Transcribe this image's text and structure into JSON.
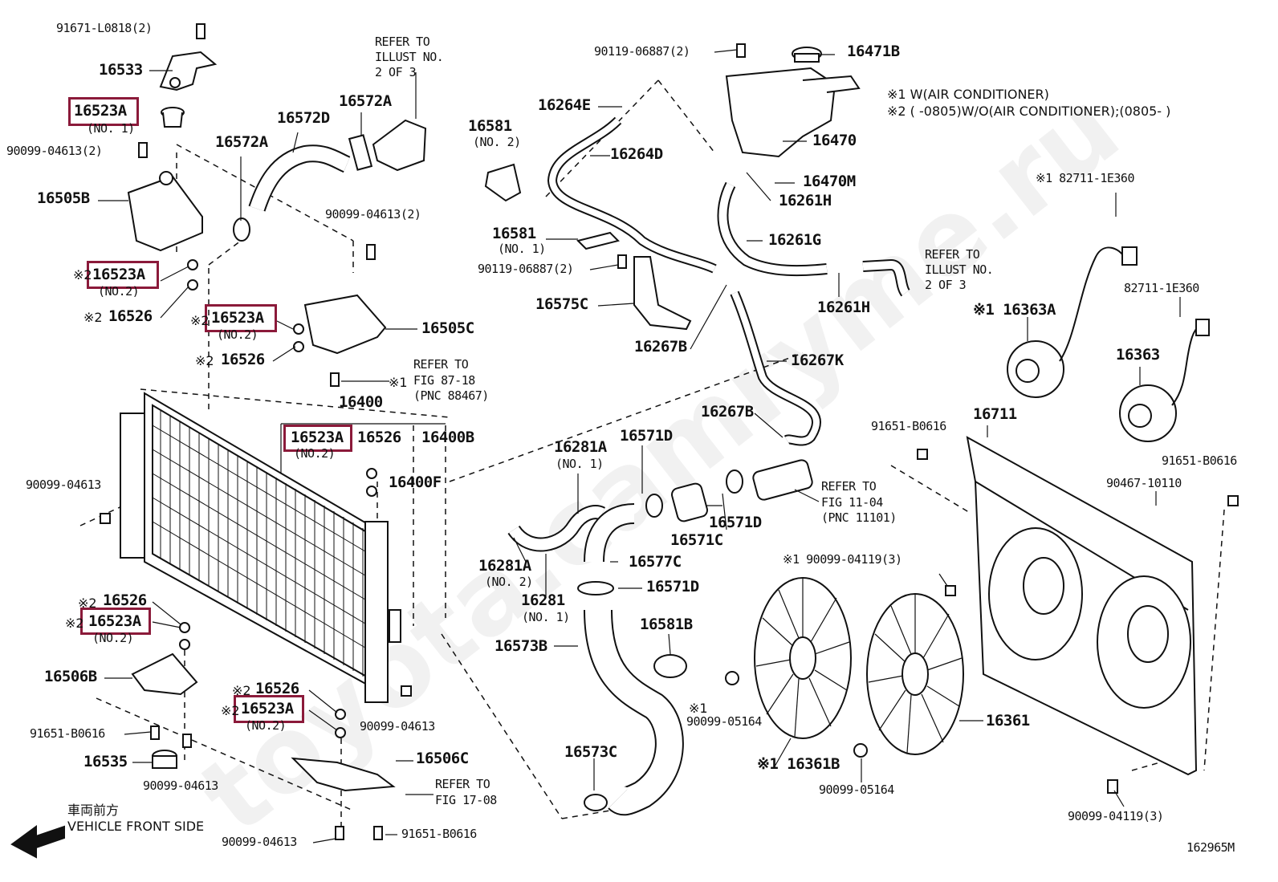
{
  "watermark": "toyota.camryme.ru",
  "notes": {
    "n1": "※1 W(AIR CONDITIONER)",
    "n2": "※2 (      -0805)W/O(AIR CONDITIONER);(0805-      )"
  },
  "figure_code": "162965M",
  "front": {
    "jp": "車両前方",
    "en": "VEHICLE FRONT SIDE"
  },
  "labels": {
    "p91671": "91671-L0818(2)",
    "p16533": "16533",
    "p16523a_1": "16523A",
    "p16523a_1_sub": "(NO. 1)",
    "p90099_04613_2a": "90099-04613(2)",
    "p16505b": "16505B",
    "p16523a_2": "16523A",
    "p16523a_2_sub": "(NO.2)",
    "p16526_a": "16526",
    "p16572a_l": "16572A",
    "p16572d": "16572D",
    "p16572a_r": "16572A",
    "refer_illust_1": "REFER TO\nILLUST NO.\n2 OF 3",
    "p90099_04613_2b": "90099-04613(2)",
    "p16523a_3": "16523A",
    "p16523a_3_sub": "(NO.2)",
    "p16526_b": "16526",
    "p16505c": "16505C",
    "refer_fig87": "REFER TO\nFIG 87-18\n(PNC 88467)",
    "p16400": "16400",
    "p16523a_4": "16523A",
    "p16523a_4_sub": "(NO.2)",
    "p16526_c": "16526",
    "p16400b": "16400B",
    "p16400f": "16400F",
    "p90099_04613_a": "90099-04613",
    "p16526_d": "16526",
    "p16523a_5": "16523A",
    "p16523a_5_sub": "(NO.2)",
    "p16506b": "16506B",
    "p91651_b0616_a": "91651-B0616",
    "p16535": "16535",
    "p90099_04613_b": "90099-04613",
    "p16526_e": "16526",
    "p16523a_6": "16523A",
    "p16523a_6_sub": "(NO.2)",
    "p90099_04613_c": "90099-04613",
    "p16506c": "16506C",
    "refer_fig17": "REFER TO\nFIG 17-08",
    "p90099_04613_d": "90099-04613",
    "p91651_b0616_b": "91651-B0616",
    "p90119_06887_2a": "90119-06887(2)",
    "p16471b": "16471B",
    "p16264e": "16264E",
    "p16264d": "16264D",
    "p16581_1": "16581",
    "p16581_1_sub": "(NO. 2)",
    "p16470": "16470",
    "p16470m": "16470M",
    "p16261h_a": "16261H",
    "p16261g": "16261G",
    "p16581_2": "16581",
    "p16581_2_sub": "(NO. 1)",
    "p90119_06887_2b": "90119-06887(2)",
    "p16575c": "16575C",
    "p16261h_b": "16261H",
    "refer_illust_2": "REFER TO\nILLUST NO.\n2 OF 3",
    "p16267b_a": "16267B",
    "p16267k": "16267K",
    "p16267b_b": "16267B",
    "p82711_1e360_a": "※1 82711-1E360",
    "p82711_1e360_b": "82711-1E360",
    "p16363a": "※1 16363A",
    "p16363": "16363",
    "p16711": "16711",
    "p91651_b0616_c": "91651-B0616",
    "p91651_b0616_d": "91651-B0616",
    "p90467": "90467-10110",
    "p16281a_1": "16281A",
    "p16281a_1_sub": "(NO. 1)",
    "p16571d_a": "16571D",
    "refer_fig11": "REFER TO\nFIG 11-04\n(PNC 11101)",
    "p16571d_b": "16571D",
    "p16571c": "16571C",
    "p16577c": "16577C",
    "p16281a_2": "16281A",
    "p16281a_2_sub": "(NO. 2)",
    "p16571d_c": "16571D",
    "p16281": "16281",
    "p16281_sub": "(NO. 1)",
    "p16573b": "16573B",
    "p16581b": "16581B",
    "p16573c": "16573C",
    "p90099_04119_3a": "※1 90099-04119(3)",
    "p90099_05164_a": "90099-05164",
    "p16361b": "※1 16361B",
    "p16361": "16361",
    "p90099_05164_b": "90099-05164",
    "p90099_04119_3b": "90099-04119(3)"
  }
}
